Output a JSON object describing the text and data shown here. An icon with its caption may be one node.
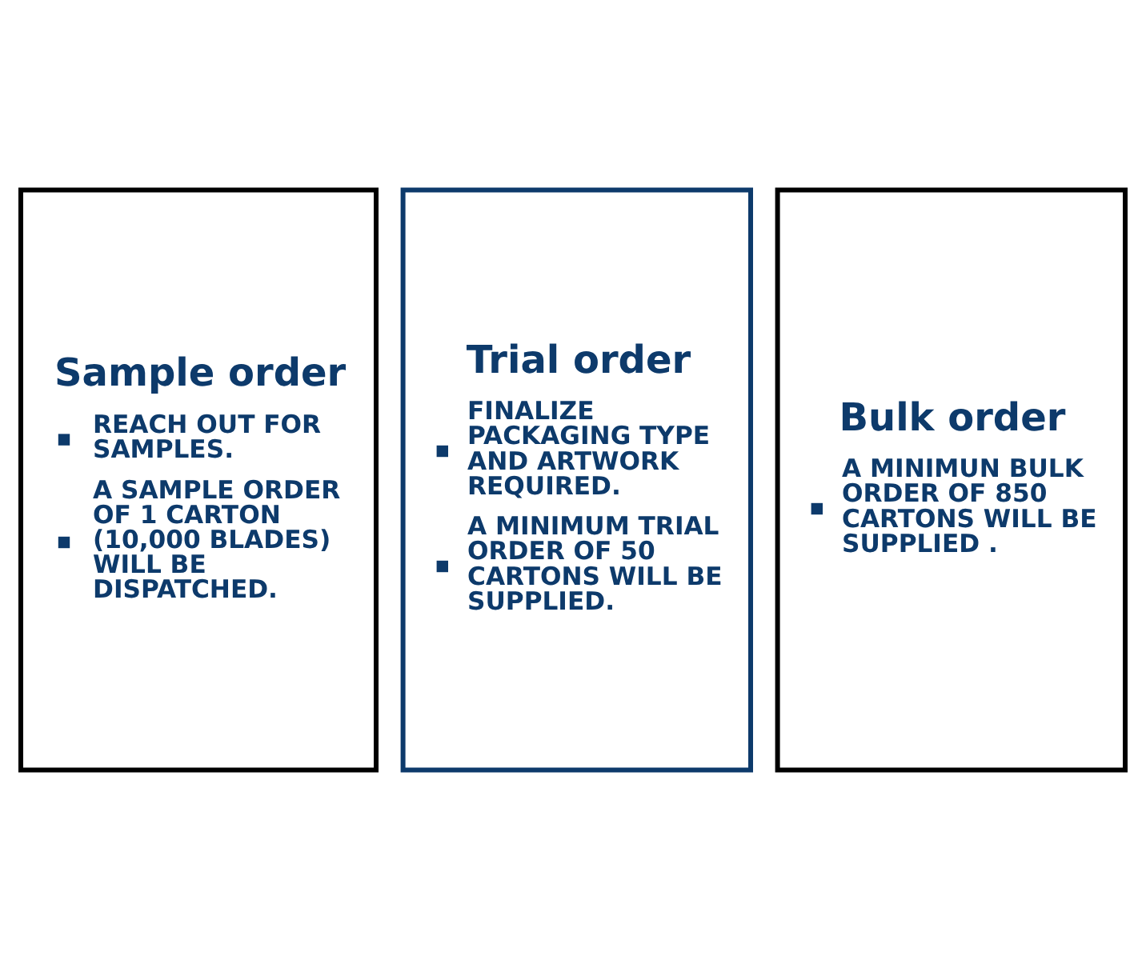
{
  "diagram": {
    "nodes": [
      {
        "text": [
          "Sample order",
          "REACH OUT FOR SAMPLES.",
          "A SAMPLE ORDER OF 1 CARTON (10,000 BLADES) WILL BE DISPATCHED."
        ]
      },
      {
        "text": [
          "Trial order",
          "FINALIZE PACKAGING TYPE AND ARTWORK REQUIRED.",
          "A MINIMUM TRIAL ORDER OF 50 CARTONS WILL BE SUPPLIED."
        ]
      },
      {
        "text": [
          "Bulk order",
          "A MINIMUN BULK ORDER OF 850 CARTONS WILL BE SUPPLIED ."
        ]
      }
    ],
    "edges": []
  }
}
